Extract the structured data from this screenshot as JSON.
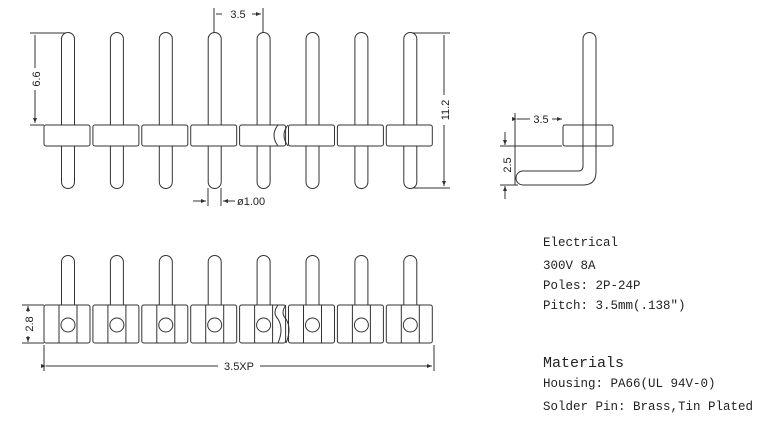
{
  "drawing": {
    "pin_count_shown": 8,
    "dimensions": {
      "pitch_top": "3.5",
      "pin_length_top": "6.6",
      "overall_height": "11.2",
      "pin_diameter": "ø1.00",
      "side_offset": "3.5",
      "side_bend_height": "2.5",
      "housing_height": "2.8",
      "overall_length": "3.5XP"
    }
  },
  "specs": {
    "electrical_heading": "Electrical",
    "rating": "300V 8A",
    "poles": "Poles: 2P-24P",
    "pitch": "Pitch: 3.5mm(.138\")",
    "materials_heading": "Materials",
    "housing": "Housing: PA66(UL 94V-0)",
    "solder_pin": "Solder Pin: Brass,Tin Plated"
  }
}
